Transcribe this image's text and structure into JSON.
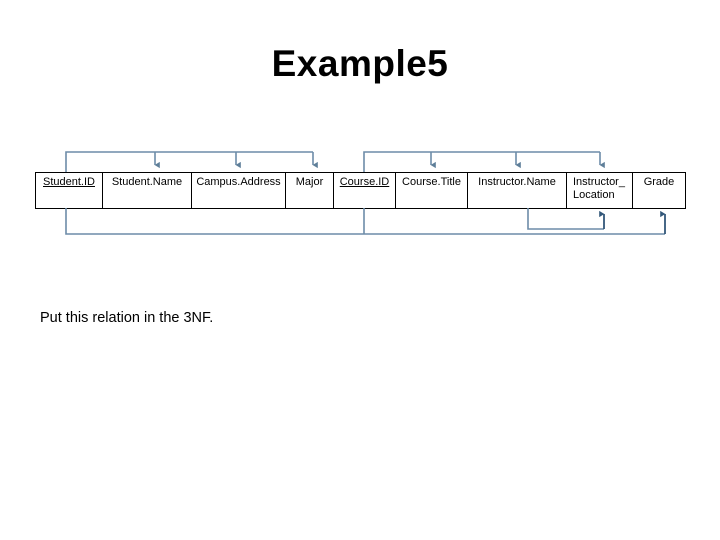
{
  "slide": {
    "title": "Example5",
    "instruction": "Put this relation in the 3NF.",
    "background_color": "#ffffff",
    "text_color": "#000000",
    "arrow_color": "#5f7f99"
  },
  "relation": {
    "name": "relation-table",
    "columns": [
      {
        "label": "StudentID",
        "display": "Student.ID",
        "key": true,
        "align": "center",
        "width": 67
      },
      {
        "label": "StudentName",
        "display": "Student.Name",
        "key": false,
        "align": "center",
        "width": 89
      },
      {
        "label": "CampusAddress",
        "display": "Campus.Address",
        "key": false,
        "align": "center",
        "width": 94
      },
      {
        "label": "Major",
        "display": "Major",
        "key": false,
        "align": "center",
        "width": 48
      },
      {
        "label": "CourseID",
        "display": "Course.ID",
        "key": true,
        "align": "center",
        "width": 62
      },
      {
        "label": "CourseTitle",
        "display": "Course.Title",
        "key": false,
        "align": "center",
        "width": 72
      },
      {
        "label": "InstructorName",
        "display": "Instructor.Name",
        "key": false,
        "align": "center",
        "width": 99
      },
      {
        "label": "Instructor_Location",
        "display": "Instructor_ Location",
        "key": false,
        "align": "left",
        "width": 66
      },
      {
        "label": "Grade",
        "display": "Grade",
        "key": false,
        "align": "center",
        "width": 53
      }
    ]
  },
  "functional_dependencies": [
    {
      "id": "fd-studentid",
      "determinant": [
        "StudentID"
      ],
      "dependents": [
        "StudentName",
        "CampusAddress",
        "Major"
      ],
      "position": "above"
    },
    {
      "id": "fd-courseid",
      "determinant": [
        "CourseID"
      ],
      "dependents": [
        "CourseTitle",
        "InstructorName",
        "Instructor_Location"
      ],
      "position": "above"
    },
    {
      "id": "fd-instructorname",
      "determinant": [
        "InstructorName"
      ],
      "dependents": [
        "Instructor_Location"
      ],
      "position": "below"
    },
    {
      "id": "fd-composite-key",
      "determinant": [
        "StudentID",
        "CourseID"
      ],
      "dependents": [
        "Grade"
      ],
      "position": "below"
    }
  ]
}
